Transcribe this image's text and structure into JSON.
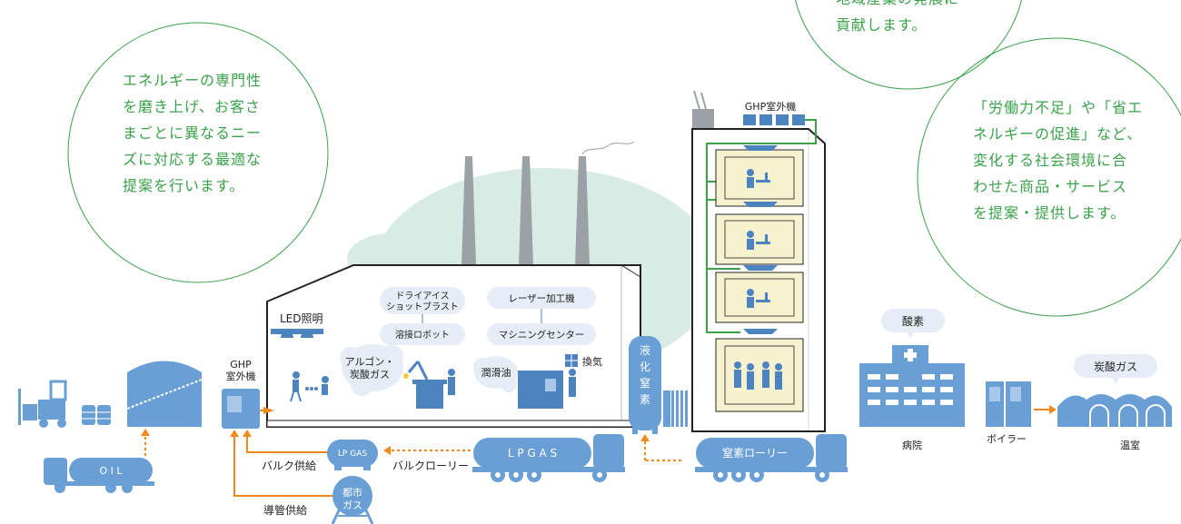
{
  "circles": {
    "left": [
      "エネルギーの専門性",
      "を磨き上げ、お客さ",
      "まごとに異なるニー",
      "ズに対応する最適な",
      "提案を行います。"
    ],
    "top": [
      "地域産業の発展に",
      "貢献します。"
    ],
    "right": [
      "「労働力不足」や「省エ",
      "ネルギーの促進」など、",
      "変化する社会環境に合",
      "わせた商品・サービス",
      "を提案・提供します。"
    ]
  },
  "factory": {
    "led": "LED照明",
    "dryice": [
      "ドライアイス",
      "ショットブラスト"
    ],
    "welding": "溶接ロボット",
    "laser": "レーザー加工機",
    "machining": "マシニングセンター",
    "argon": [
      "アルゴン・",
      "炭酸ガス"
    ],
    "lube": "潤滑油",
    "vent": "換気"
  },
  "ghp_left": [
    "GHP",
    "室外機"
  ],
  "ghp_building": "GHP室外機",
  "nitrogen_tank": [
    "液",
    "化",
    "窒",
    "素"
  ],
  "trucks": {
    "oil": "O I L",
    "lpgas_truck": "L P  G A S",
    "lpgas_tank": "LP GAS",
    "nitrogen": "窒素ローリー",
    "city_gas": [
      "都市",
      "ガス"
    ]
  },
  "flows": {
    "bulk_supply": "バルク供給",
    "bulk_lorry": "バルクローリー",
    "pipe_supply": "導管供給"
  },
  "right_side": {
    "oxygen": "酸素",
    "hospital": "病院",
    "boiler": "ボイラー",
    "co2": "炭酸ガス",
    "greenhouse": "温室"
  },
  "colors": {
    "blue": "#6a9fd6",
    "darkblue": "#4d84c0",
    "green": "#3aa24a",
    "orange": "#f08a1c",
    "chimney": "#9aa1a7",
    "tree": "#d9ebe5",
    "cream": "#f6f2cf"
  }
}
